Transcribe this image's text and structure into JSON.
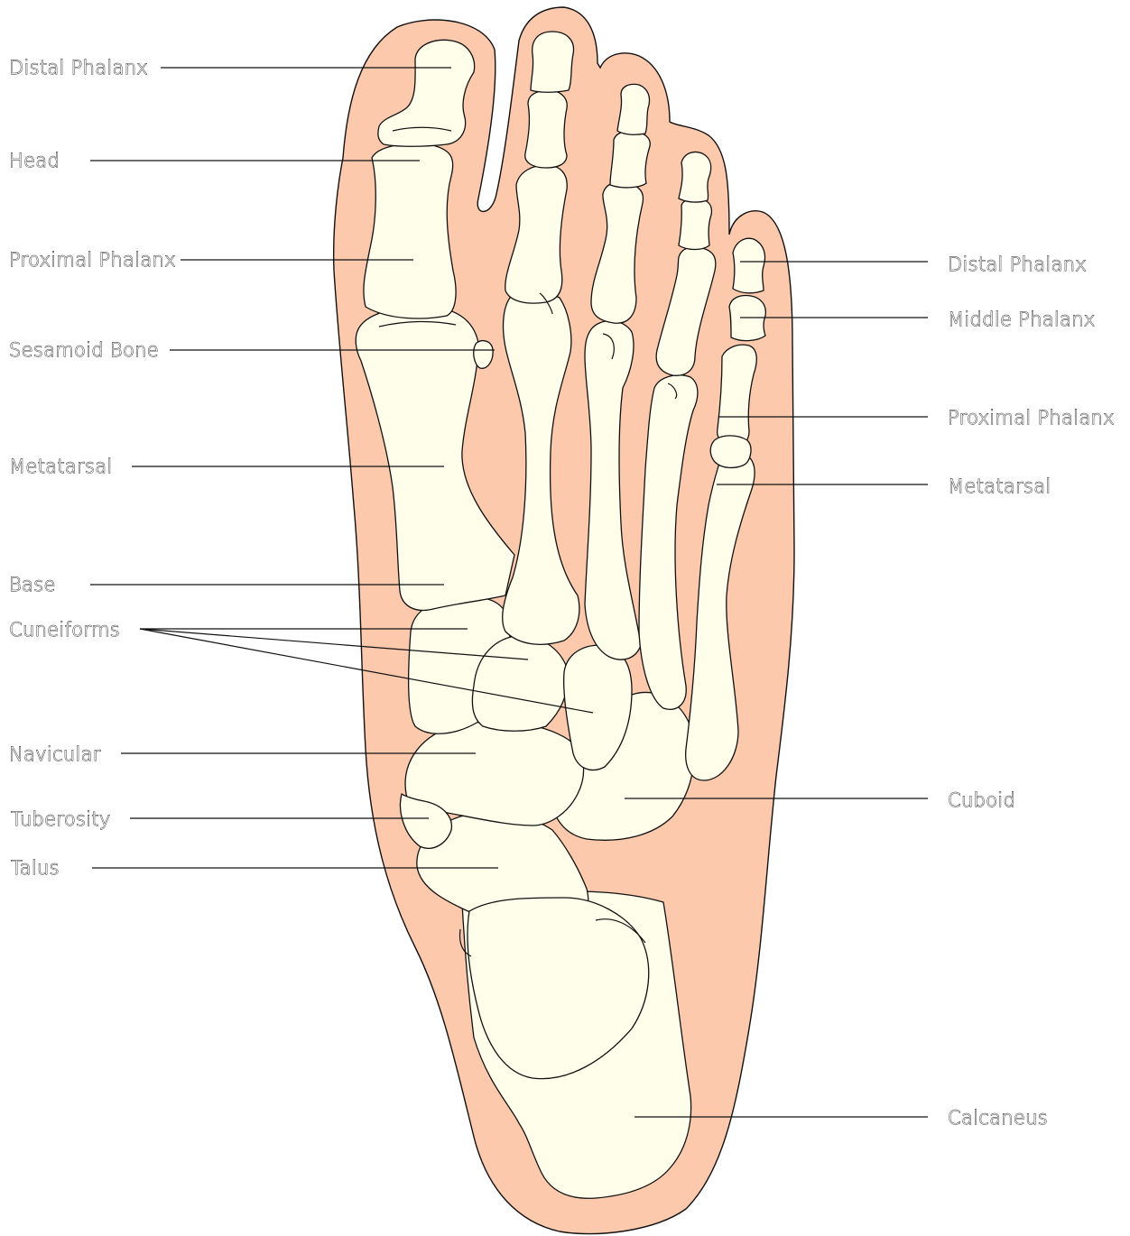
{
  "colors": {
    "skin": "#fdc9ad",
    "bone": "#fffeea",
    "outline": "#111111",
    "background": "#ffffff"
  },
  "labels": {
    "left": {
      "distal_phalanx": "Distal Phalanx",
      "head": "Head",
      "proximal_phalanx": "Proximal Phalanx",
      "sesamoid_bone": "Sesamoid Bone",
      "metatarsal": "Metatarsal",
      "base": "Base",
      "cuneiforms": "Cuneiforms",
      "navicular": "Navicular",
      "tuberosity": "Tuberosity",
      "talus": "Talus"
    },
    "right": {
      "distal_phalanx": "Distal Phalanx",
      "middle_phalanx": "Middle Phalanx",
      "proximal_phalanx": "Proximal Phalanx",
      "metatarsal": "Metatarsal",
      "cuboid": "Cuboid",
      "calcaneus": "Calcaneus"
    }
  }
}
